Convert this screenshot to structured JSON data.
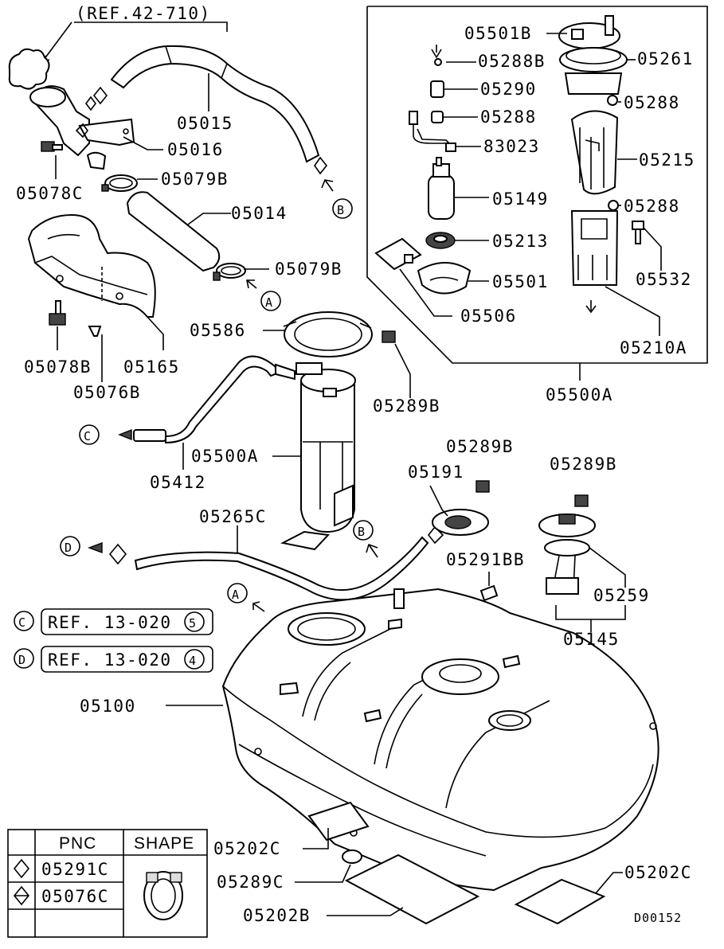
{
  "parts": {
    "ref_42_710": "(REF.42-710)",
    "p05015": "05015",
    "p05016": "05016",
    "p05078C": "05078C",
    "p05079B_top": "05079B",
    "p05014": "05014",
    "p05079B_bottom": "05079B",
    "p05165": "05165",
    "p05078B": "05078B",
    "p05076B": "05076B",
    "p05586": "05586",
    "p05289B_a": "05289B",
    "p05500A_main": "05500A",
    "p05412": "05412",
    "p05265C": "05265C",
    "p05289B_b": "05289B",
    "p05191": "05191",
    "p05289B_c": "05289B",
    "p05291BB": "05291BB",
    "p05259": "05259",
    "p05145": "05145",
    "p05100": "05100",
    "p05202C_left": "05202C",
    "p05289C": "05289C",
    "p05202B": "05202B",
    "p05202C_right": "05202C",
    "drawing_no": "D00152"
  },
  "inset": {
    "p05501B": "05501B",
    "p05288B": "05288B",
    "p05290": "05290",
    "p05288_a": "05288",
    "p83023": "83023",
    "p05149": "05149",
    "p05213": "05213",
    "p05501": "05501",
    "p05506": "05506",
    "p05261": "05261",
    "p05288_b": "05288",
    "p05215": "05215",
    "p05288_c": "05288",
    "p05532": "05532",
    "p05210A": "05210A",
    "p05500A": "05500A"
  },
  "markers": {
    "A": "A",
    "B": "B",
    "C": "C",
    "D": "D"
  },
  "refs": {
    "c_ref": "REF. 13-020",
    "c_ref_num": "5",
    "d_ref": "REF. 13-020",
    "d_ref_num": "4"
  },
  "legend": {
    "col_pnc": "PNC",
    "col_shape": "SHAPE",
    "row1_pnc": "05291C",
    "row2_pnc": "05076C"
  }
}
